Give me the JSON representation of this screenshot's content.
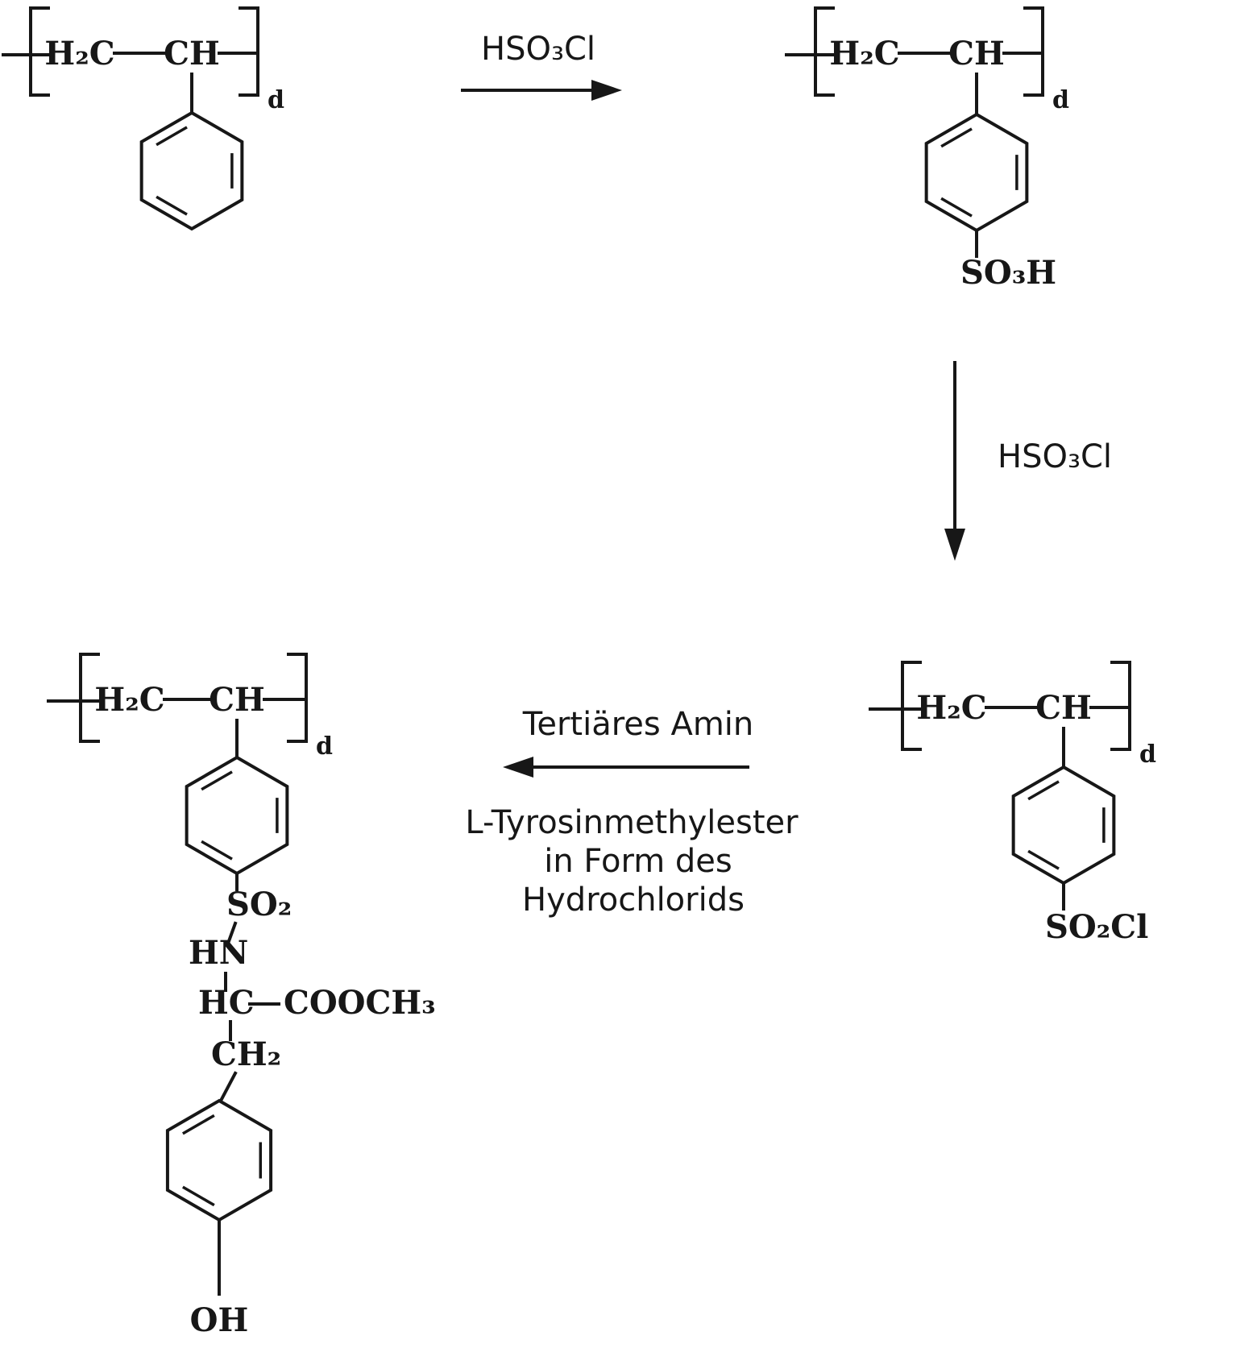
{
  "repeat_unit": {
    "left_group": "H₂C",
    "right_group": "CH",
    "index": "d"
  },
  "reagents": {
    "step1": "HSO₃Cl",
    "step2": "HSO₃Cl",
    "step3_top": "Tertiäres Amin",
    "step3_line1": "L-Tyrosinmethylester",
    "step3_line2": "in Form des",
    "step3_line3": "Hydrochlorids"
  },
  "substituents": {
    "sulfonic_acid": "SO₃H",
    "sulfonyl_chloride": "SO₂Cl",
    "sulfonyl": "SO₂",
    "amine": "HN",
    "methine": "HC",
    "ester": "COOCH₃",
    "methylene": "CH₂",
    "hydroxyl": "OH"
  }
}
